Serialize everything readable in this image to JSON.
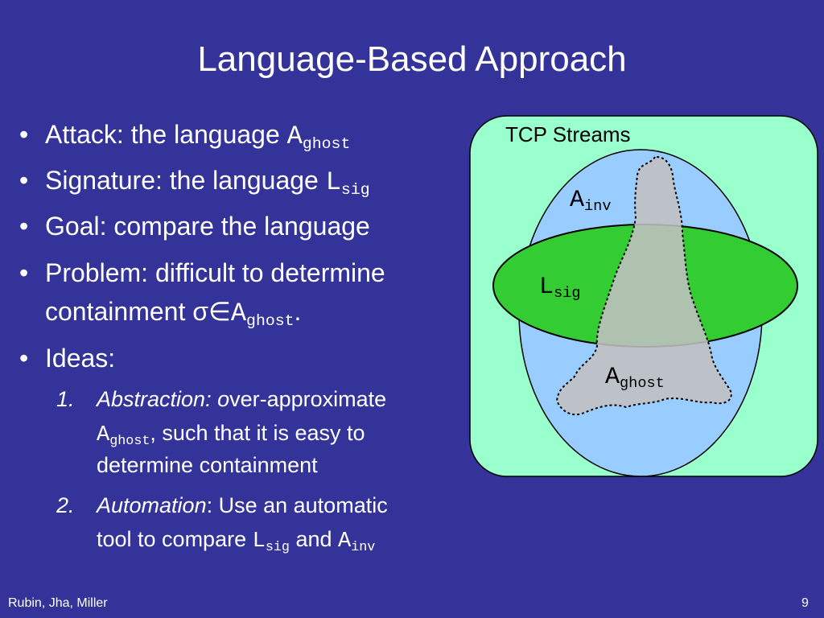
{
  "slide": {
    "title": "Language-Based Approach",
    "bullets": [
      {
        "text": "Attack: the language ",
        "sym": "A",
        "sub": "ghost",
        "after": ""
      },
      {
        "text": "Signature: the language ",
        "sym": "L",
        "sub": "sig",
        "after": ""
      },
      {
        "text": "Goal: compare the language",
        "sym": "",
        "sub": "",
        "after": ""
      },
      {
        "text": "Problem: difficult to determine",
        "sym": "",
        "sub": "",
        "after": ""
      },
      {
        "text": "containment ",
        "greek": "σ∈",
        "sym": "A",
        "sub": "ghost",
        "after": "."
      },
      {
        "text": "Ideas:",
        "sym": "",
        "sub": "",
        "after": ""
      }
    ],
    "ideas": [
      {
        "number": "1.",
        "line1_italic": "Abstraction: o",
        "line1_rest": "ver-approximate",
        "line2_sym": "A",
        "line2_sub": "ghost",
        "line2_rest": ", such that it is easy to",
        "line3": "determine containment"
      },
      {
        "number": "2.",
        "line1_italic": "Automation",
        "line1_rest": ": Use an automatic",
        "line2_pre": "tool to compare ",
        "line2_sym1": "L",
        "line2_sub1": "sig",
        "line2_mid": " and ",
        "line2_sym2": "A",
        "line2_sub2": "inv"
      }
    ],
    "footer_authors": "Rubin, Jha, Miller",
    "page_number": "9"
  },
  "diagram": {
    "box_label": "TCP Streams",
    "a_inv": {
      "sym": "A",
      "sub": "inv"
    },
    "l_sig": {
      "sym": "L",
      "sub": "sig"
    },
    "a_ghost": {
      "sym": "A",
      "sub": "ghost"
    },
    "colors": {
      "background": "#333399",
      "box_fill": "#99ffcc",
      "outer_ellipse_fill": "#99ccff",
      "sig_ellipse_fill": "#33cc33",
      "shape_fill": "#c0c0c0",
      "text": "#ffffff"
    }
  }
}
